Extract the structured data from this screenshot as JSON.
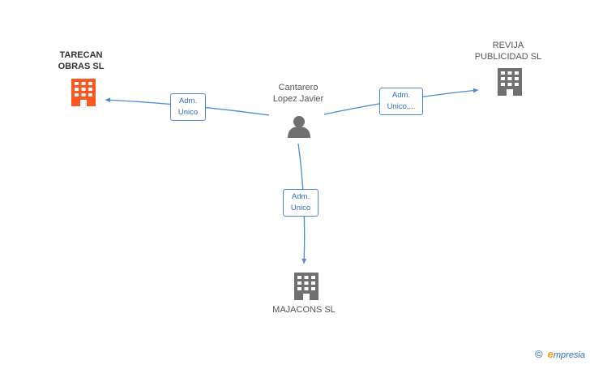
{
  "diagram": {
    "person": {
      "name": "Cantarero\nLopez Javier",
      "icon": "person-icon"
    },
    "companies": [
      {
        "id": "tarecan",
        "name": "TARECAN\nOBRAS SL",
        "icon": "building-icon",
        "color": "#ff5722",
        "highlight": true
      },
      {
        "id": "revija",
        "name": "REVIJA\nPUBLICIDAD SL",
        "icon": "building-icon",
        "color": "#707070",
        "highlight": false
      },
      {
        "id": "majacons",
        "name": "MAJACONS SL",
        "icon": "building-icon",
        "color": "#707070",
        "highlight": false
      }
    ],
    "relations": [
      {
        "to": "tarecan",
        "line1": "Adm.",
        "line2": "Unico"
      },
      {
        "to": "revija",
        "line1": "Adm.",
        "line2": "Unico,..."
      },
      {
        "to": "majacons",
        "line1": "Adm.",
        "line2": "Unico"
      }
    ],
    "edge_color": "#4a89dc"
  },
  "footer": {
    "copyright_symbol": "©",
    "brand_initial": "e",
    "brand_rest": "mpresia"
  }
}
